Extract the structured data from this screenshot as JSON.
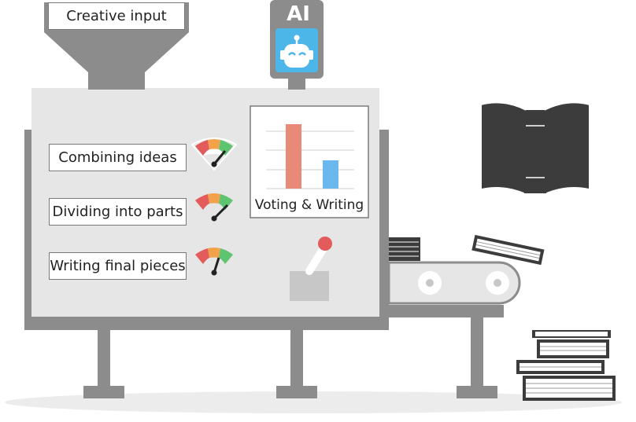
{
  "input_hopper": {
    "label": "Creative input"
  },
  "ai_badge": {
    "label": "AI",
    "icon": "robot-icon",
    "accent": "#4db6e8"
  },
  "stages": [
    {
      "label": "Combining ideas",
      "gauge": "gauge-icon"
    },
    {
      "label": "Dividing into parts",
      "gauge": "gauge-icon"
    },
    {
      "label": "Writing final pieces",
      "gauge": "gauge-icon"
    }
  ],
  "voting_panel": {
    "caption": "Voting & Writing",
    "bar_colors": [
      "#e8897a",
      "#6bb8ef"
    ]
  },
  "colors": {
    "machine_body": "#e6e6e6",
    "machine_frame": "#8c8c8c",
    "lever_knob": "#e35b5b",
    "book": "#3c3c3c",
    "floor": "#ececec"
  }
}
